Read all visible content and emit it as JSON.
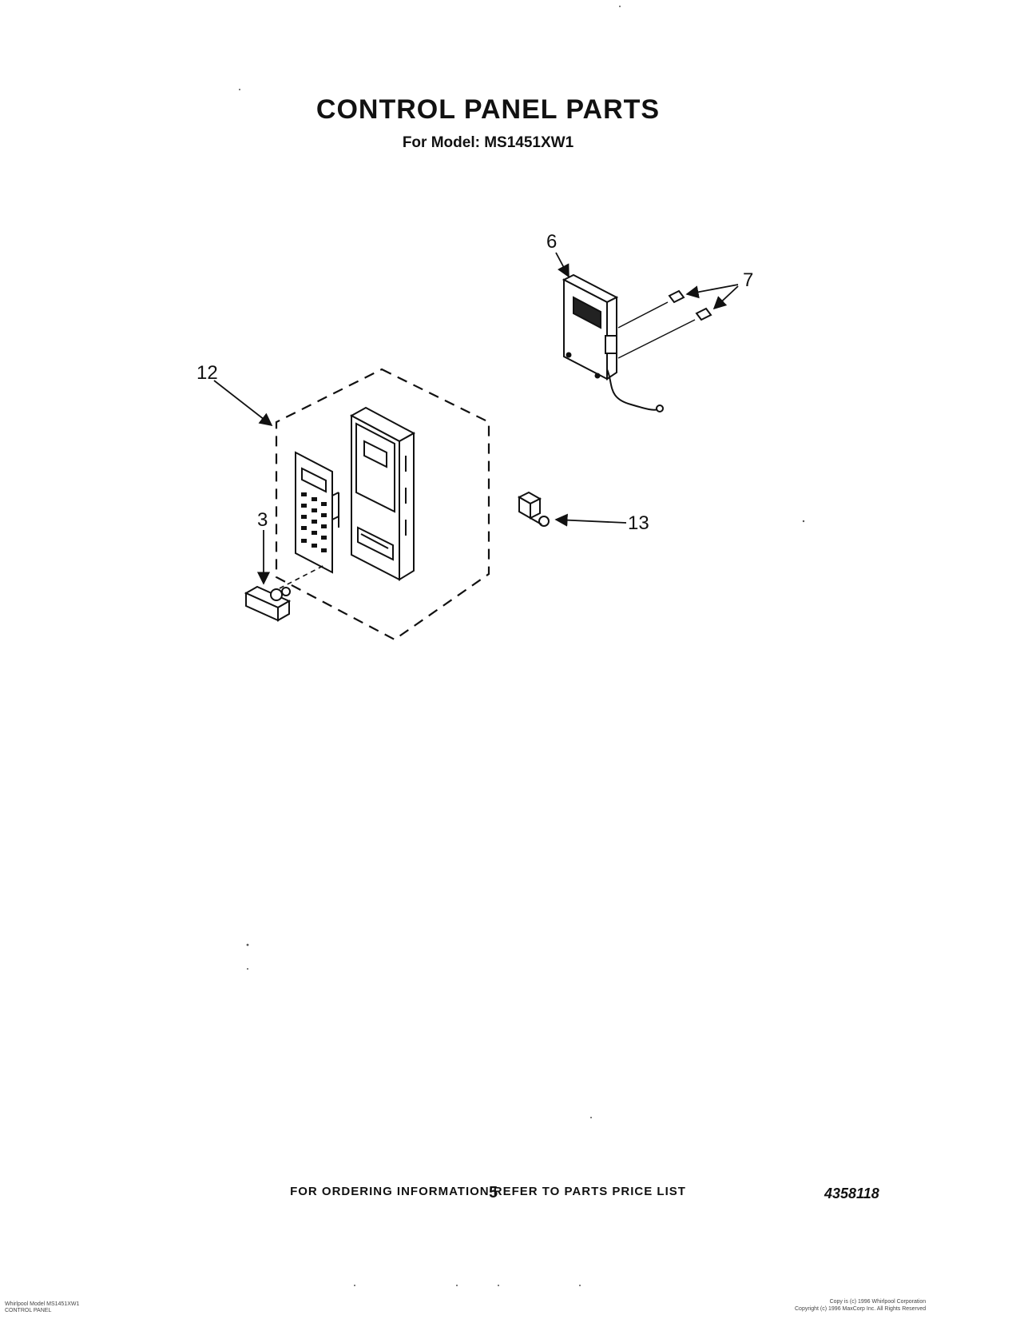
{
  "header": {
    "title": "CONTROL PANEL PARTS",
    "subtitle": "For Model: MS1451XW1"
  },
  "callouts": {
    "part_6": "6",
    "part_7": "7",
    "part_12": "12",
    "part_3": "3",
    "part_13": "13"
  },
  "footer": {
    "ordering_note": "FOR ORDERING INFORMATION REFER TO PARTS PRICE LIST",
    "page_number": "5",
    "document_number": "4358118",
    "left_small_print_1": "Whirlpool Model MS1451XW1",
    "left_small_print_2": "CONTROL PANEL",
    "right_small_print_1": "Copy is (c) 1996 Whirlpool Corporation",
    "right_small_print_2": "Copyright (c) 1996 MaxCorp Inc. All Rights Reserved"
  }
}
